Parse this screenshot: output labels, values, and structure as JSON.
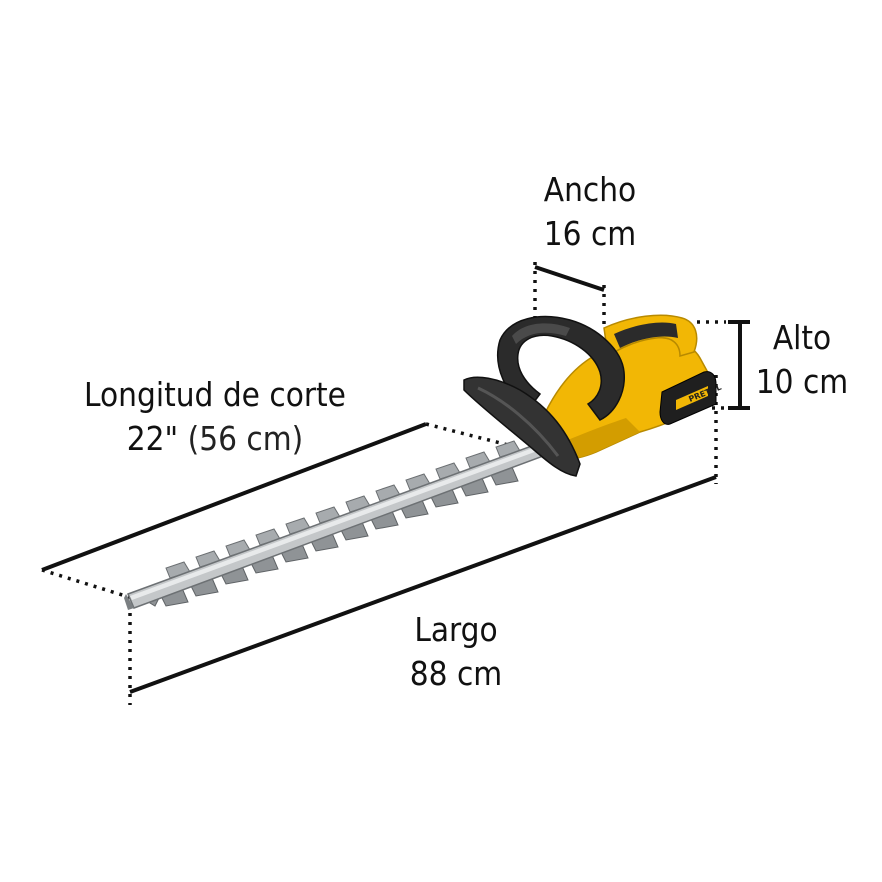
{
  "dimensions": {
    "width_label": "Ancho",
    "width_value": "16 cm",
    "height_label": "Alto",
    "height_value": "10 cm",
    "cut_label": "Longitud de corte",
    "cut_value_inch": "22\"",
    "cut_value_cm": "(56 cm)",
    "length_label": "Largo",
    "length_value": "88 cm"
  },
  "product": {
    "brand_text": "PRETUL",
    "colors": {
      "body": "#f2b705",
      "handle": "#2b2b2b",
      "blade": "#b9bcbf",
      "guard": "#333333"
    }
  }
}
